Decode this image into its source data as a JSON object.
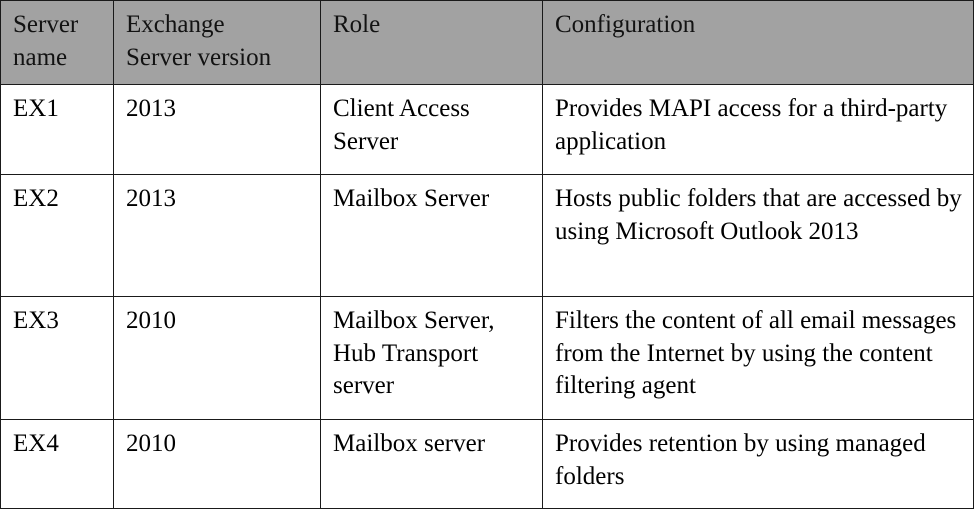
{
  "table": {
    "columns": [
      {
        "key": "server_name",
        "label": "Server\nname"
      },
      {
        "key": "exchange_version",
        "label": "Exchange\nServer version"
      },
      {
        "key": "role",
        "label": "Role"
      },
      {
        "key": "configuration",
        "label": "Configuration"
      }
    ],
    "header_background": "#a2a2a2",
    "border_color": "#1a1a1a",
    "rows": [
      {
        "server_name": "EX1",
        "exchange_version": "2013",
        "role": "Client Access\nServer",
        "configuration": "Provides MAPI access for a third-party application"
      },
      {
        "server_name": "EX2",
        "exchange_version": "2013",
        "role": "Mailbox Server",
        "configuration": "Hosts public folders that are accessed by using Microsoft Outlook 2013"
      },
      {
        "server_name": "EX3",
        "exchange_version": "2010",
        "role": "Mailbox Server,\nHub Transport\nserver",
        "configuration": "Filters the content of all email messages from the Internet by using the content filtering agent"
      },
      {
        "server_name": "EX4",
        "exchange_version": "2010",
        "role": "Mailbox server",
        "configuration": "Provides retention by using managed folders"
      }
    ]
  }
}
